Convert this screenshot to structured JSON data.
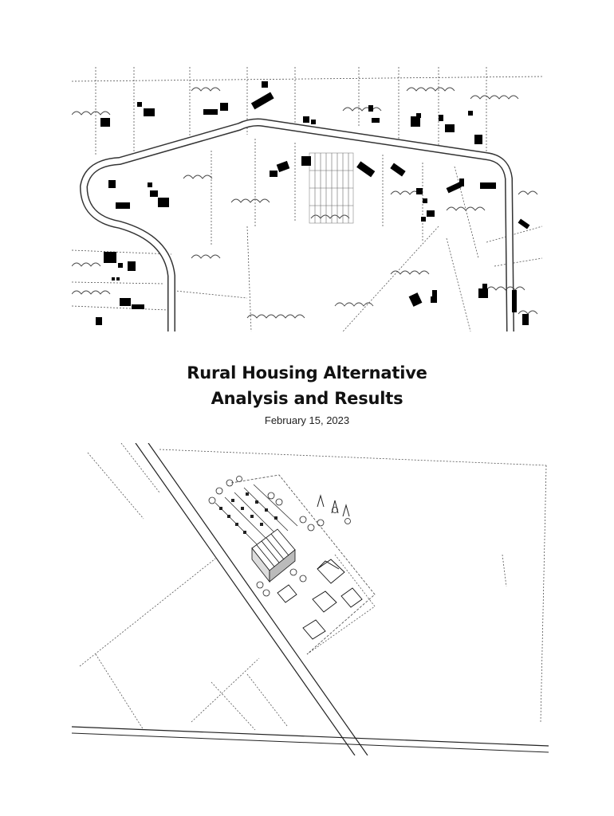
{
  "cover": {
    "title_line_1": "Rural Housing Alternative",
    "title_line_2": "Analysis and Results",
    "date": "February 15, 2023"
  },
  "illustrations": {
    "top": "site-plan-illustration",
    "bottom": "aerial-perspective-illustration"
  }
}
